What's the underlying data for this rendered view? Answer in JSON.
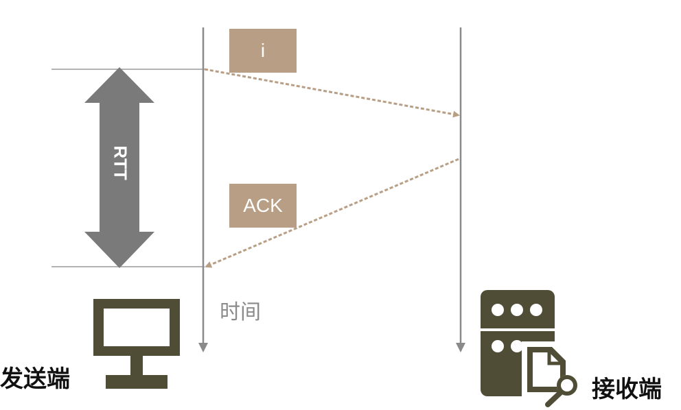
{
  "diagram": {
    "rtt_label": "RTT",
    "data_message": "i",
    "ack_message": "ACK",
    "time_axis_label": "时间",
    "sender_label": "发送端",
    "receiver_label": "接收端"
  },
  "colors": {
    "timeline": "#8a8a8a",
    "guide_line": "#9a9a9a",
    "rtt_arrow": "#7a7a7a",
    "message_box": "#b89e84",
    "message_arrow": "#b89e84",
    "icon": "#4f4d35"
  },
  "icons": {
    "sender": "computer-monitor-icon",
    "receiver": "server-search-icon"
  }
}
